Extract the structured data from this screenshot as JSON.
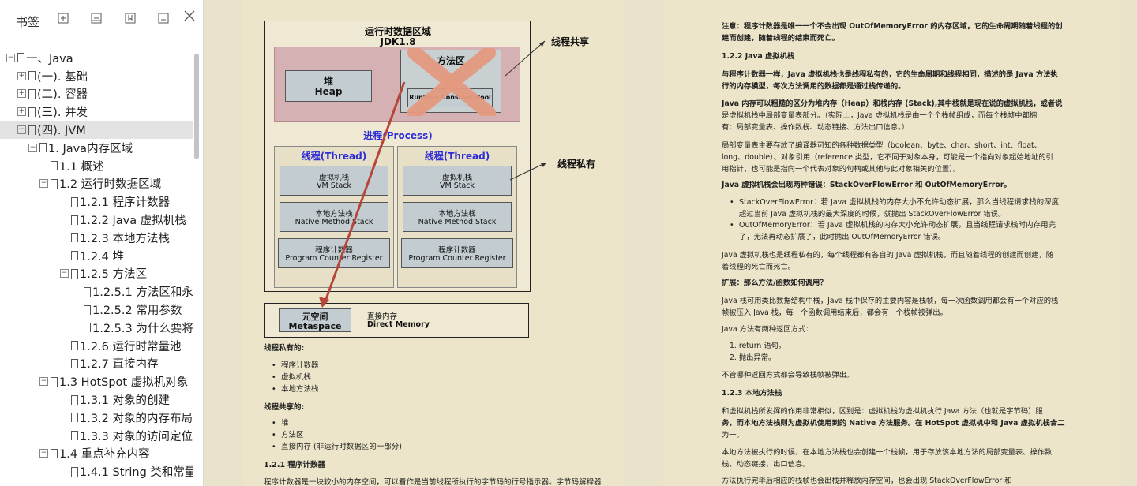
{
  "sidebar": {
    "title": "书签",
    "toolbar_icons": [
      "expand-all-icon",
      "collapse-all-icon",
      "add-bookmark-icon",
      "delete-bookmark-icon",
      "close-icon"
    ],
    "tree": [
      {
        "label": "一、Java",
        "level": 0,
        "exp": "⊟"
      },
      {
        "label": "(一). 基础",
        "level": 1,
        "exp": "⊞"
      },
      {
        "label": "(二). 容器",
        "level": 1,
        "exp": "⊞"
      },
      {
        "label": "(三). 并发",
        "level": 1,
        "exp": "⊞"
      },
      {
        "label": "(四). JVM",
        "level": 1,
        "exp": "⊟",
        "selected": true
      },
      {
        "label": "1. Java内存区域",
        "level": 2,
        "exp": "⊟"
      },
      {
        "label": "1.1 概述",
        "level": 3,
        "exp": ""
      },
      {
        "label": "1.2 运行时数据区域",
        "level": 3,
        "exp": "⊟"
      },
      {
        "label": "1.2.1 程序计数器",
        "level": 4,
        "exp": ""
      },
      {
        "label": "1.2.2 Java 虚拟机栈",
        "level": 4,
        "exp": ""
      },
      {
        "label": "1.2.3 本地方法栈",
        "level": 4,
        "exp": ""
      },
      {
        "label": "1.2.4 堆",
        "level": 4,
        "exp": ""
      },
      {
        "label": "1.2.5 方法区",
        "level": 4,
        "exp": "⊟"
      },
      {
        "label": "1.2.5.1 方法区和永久",
        "level": 5,
        "exp": ""
      },
      {
        "label": "1.2.5.2 常用参数",
        "level": 5,
        "exp": ""
      },
      {
        "label": "1.2.5.3 为什么要将永",
        "level": 5,
        "exp": ""
      },
      {
        "label": "1.2.6 运行时常量池",
        "level": 4,
        "exp": ""
      },
      {
        "label": "1.2.7 直接内存",
        "level": 4,
        "exp": ""
      },
      {
        "label": "1.3 HotSpot 虚拟机对象",
        "level": 3,
        "exp": "⊟"
      },
      {
        "label": "1.3.1 对象的创建",
        "level": 4,
        "exp": ""
      },
      {
        "label": "1.3.2 对象的内存布局",
        "level": 4,
        "exp": ""
      },
      {
        "label": "1.3.3 对象的访问定位",
        "level": 4,
        "exp": ""
      },
      {
        "label": "1.4 重点补充内容",
        "level": 3,
        "exp": "⊟"
      },
      {
        "label": "1.4.1 String 类和常量",
        "level": 4,
        "exp": ""
      }
    ]
  },
  "diagram": {
    "title1": "运行时数据区域",
    "title2": "JDK1.8",
    "heap_cn": "堆",
    "heap_en": "Heap",
    "method_area": "方法区",
    "rcp": "Runtime Constant Pool",
    "process": "进程(Process)",
    "thread": "线程(Thread)",
    "vm_cn": "虚拟机栈",
    "vm_en": "VM Stack",
    "nm_cn": "本地方法栈",
    "nm_en": "Native Method Stack",
    "pc_cn": "程序计数器",
    "pc_en": "Program Counter Register",
    "meta_cn": "元空间",
    "meta_en": "Metaspace",
    "direct_cn": "直接内存",
    "direct_en": "Direct Memory",
    "shared_label": "线程共享",
    "private_label": "线程私有"
  },
  "left_text": {
    "private_title": "线程私有的:",
    "private_items": [
      "程序计数器",
      "虚拟机栈",
      "本地方法栈"
    ],
    "shared_title": "线程共享的:",
    "shared_items": [
      "堆",
      "方法区",
      "直接内存 (非运行时数据区的一部分)"
    ],
    "section": "1.2.1 程序计数器",
    "last_line": "程序计数器是一块较小的内存空间，可以看作是当前线程所执行的字节码的行号指示器。字节码解释器"
  },
  "right_text": {
    "note1a": "注意：程序计数器是唯一一个不会出现 OutOfMemoryError 的内存区域，它的生命周期随着线程的创",
    "note1b": "建而创建，随着线程的结束而死亡。",
    "h122": "1.2.2 Java 虚拟机栈",
    "p1a": "与程序计数器一样，Java 虚拟机栈也是线程私有的，它的生命周期和线程相同，描述的是 Java 方法执",
    "p1b": "行的内存模型，每次方法调用的数据都是通过栈传递的。",
    "p2a": "Java 内存可以粗糙的区分为堆内存（Heap）和栈内存 (Stack),其中栈就是现在说的虚拟机栈，或者说",
    "p2b": "是虚拟机栈中局部变量表部分。（实际上，Java 虚拟机栈是由一个个栈帧组成，而每个栈帧中都拥",
    "p2c": "有：局部变量表、操作数栈、动态链接、方法出口信息。）",
    "p3a": "局部变量表主要存放了编译器可知的各种数据类型（boolean、byte、char、short、int、float、",
    "p3b": "long、double）、对象引用（reference 类型，它不同于对象本身，可能是一个指向对象起始地址的引",
    "p3c": "用指针，也可能是指向一个代表对象的句柄或其他与此对象相关的位置）。",
    "p4": "Java 虚拟机栈会出现两种错误：StackOverFlowError 和 OutOfMemoryError。",
    "b1a": "StackOverFlowError：若 Java 虚拟机栈的内存大小不允许动态扩展，那么当线程请求栈的深度",
    "b1b": "超过当前 Java 虚拟机栈的最大深度的时候，就抛出 StackOverFlowError 错误。",
    "b2a": "OutOfMemoryError：若 Java 虚拟机栈的内存大小允许动态扩展，且当线程请求栈时内存用完",
    "b2b": "了，无法再动态扩展了，此时抛出 OutOfMemoryError 错误。",
    "p5a": "Java 虚拟机栈也是线程私有的，每个线程都有各自的 Java 虚拟机栈，而且随着线程的创建而创建，随",
    "p5b": "着线程的死亡而死亡。",
    "p6": "扩展：那么方法/函数如何调用？",
    "p7a": "Java 栈可用类比数据结构中栈，Java 栈中保存的主要内容是栈帧，每一次函数调用都会有一个对应的栈",
    "p7b": "帧被压入 Java 栈，每一个函数调用结束后，都会有一个栈帧被弹出。",
    "p8": "Java 方法有两种返回方式：",
    "o1": "1. return 语句。",
    "o2": "2. 抛出异常。",
    "p9": "不管哪种返回方式都会导致栈帧被弹出。",
    "h123": "1.2.3 本地方法栈",
    "p10a": "和虚拟机栈所发挥的作用非常相似，区别是：虚拟机栈为虚拟机执行 Java 方法（也就是字节码）服",
    "p10b": "务，而本地方法栈则为虚拟机使用到的 Native 方法服务。在 HotSpot 虚拟机中和 Java 虚拟机栈合二",
    "p10c": "为一。",
    "p11a": "本地方法被执行的时候，在本地方法栈也会创建一个栈帧，用于存放该本地方法的局部变量表、操作数",
    "p11b": "栈、动态链接、出口信息。",
    "p12": "方法执行完毕后相应的栈帧也会出栈并释放内存空间，也会出现 StackOverFlowError 和"
  }
}
